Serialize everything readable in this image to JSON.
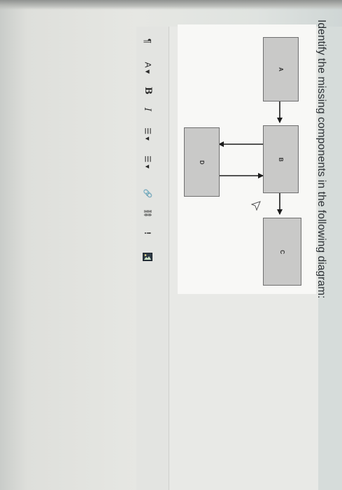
{
  "question": {
    "text": "Identify the missing components in the following diagram:"
  },
  "diagram": {
    "boxes": {
      "a": "A",
      "b": "B",
      "c": "C",
      "d": "D"
    }
  },
  "toolbar": {
    "items": [
      {
        "name": "paragraph-style",
        "icon": "paragraph-icon",
        "label": "¶"
      },
      {
        "name": "text-color",
        "icon": "text-color-icon",
        "label": "A ▾"
      },
      {
        "name": "bold",
        "icon": "bold-icon",
        "label": "B"
      },
      {
        "name": "italic",
        "icon": "italic-icon",
        "label": "I"
      },
      {
        "name": "bullet-list",
        "icon": "bullet-list-icon",
        "label": "☰ ▾"
      },
      {
        "name": "numbered-list",
        "icon": "numbered-list-icon",
        "label": "☰ ▾"
      },
      {
        "name": "insert-link",
        "icon": "link-icon",
        "label": "🔗"
      },
      {
        "name": "remove-link",
        "icon": "unlink-icon",
        "label": "⛓"
      },
      {
        "name": "alert",
        "icon": "exclamation-icon",
        "label": "!"
      },
      {
        "name": "insert-image",
        "icon": "image-icon",
        "label": ""
      }
    ]
  },
  "colors": {
    "box_fill": "#c9c9c8",
    "box_border": "#6f6f6f",
    "arrow": "#1c1c1c",
    "text": "#2e3236"
  }
}
